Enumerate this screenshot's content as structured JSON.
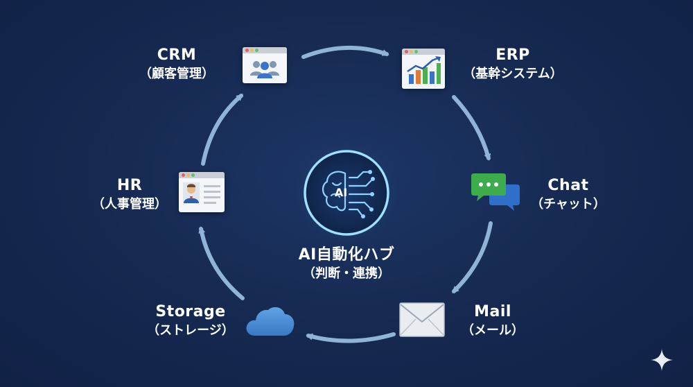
{
  "diagram": {
    "hub": {
      "badge": "AI",
      "title": "AI自動化ハブ",
      "subtitle": "（判断・連携）",
      "icon": "brain-circuit-icon"
    },
    "nodes": {
      "crm": {
        "title": "CRM",
        "subtitle": "（顧客管理）",
        "icon": "users-window-icon"
      },
      "erp": {
        "title": "ERP",
        "subtitle": "（基幹システム）",
        "icon": "bar-chart-window-icon"
      },
      "chat": {
        "title": "Chat",
        "subtitle": "（チャット）",
        "icon": "chat-bubbles-icon"
      },
      "mail": {
        "title": "Mail",
        "subtitle": "（メール）",
        "icon": "envelope-icon"
      },
      "storage": {
        "title": "Storage",
        "subtitle": "（ストレージ）",
        "icon": "cloud-icon"
      },
      "hr": {
        "title": "HR",
        "subtitle": "（人事管理）",
        "icon": "profile-card-icon"
      }
    },
    "flow_order": [
      "crm",
      "erp",
      "chat",
      "mail",
      "storage",
      "hr"
    ],
    "colors": {
      "background": "#15284f",
      "arrow": "#8fb4d8",
      "hub_ring": "#9fe0ff",
      "hub_glow": "#3fa9e8",
      "text": "#ffffff"
    }
  },
  "corner_icon": "sparkle-icon"
}
